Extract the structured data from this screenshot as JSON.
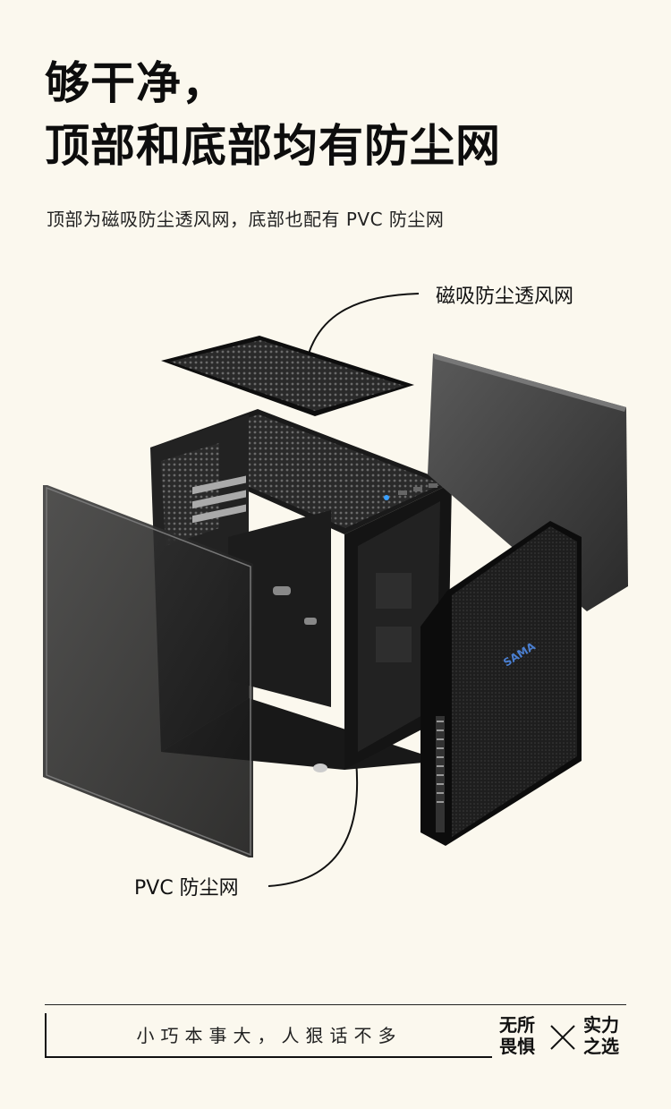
{
  "headline": {
    "line1": "够干净，",
    "line2": "顶部和底部均有防尘网"
  },
  "subtitle": "顶部为磁吸防尘透风网，底部也配有 PVC 防尘网",
  "callouts": {
    "top": "磁吸防尘透风网",
    "bottom": "PVC 防尘网"
  },
  "product": {
    "brand_logo": "SAMA"
  },
  "footer": {
    "slogan": "小巧本事大，人狠话不多",
    "badge_left": "无所畏惧",
    "badge_right": "实力之选",
    "badge_left_lines": [
      "无所",
      "畏惧"
    ],
    "badge_right_lines": [
      "实力",
      "之选"
    ]
  }
}
